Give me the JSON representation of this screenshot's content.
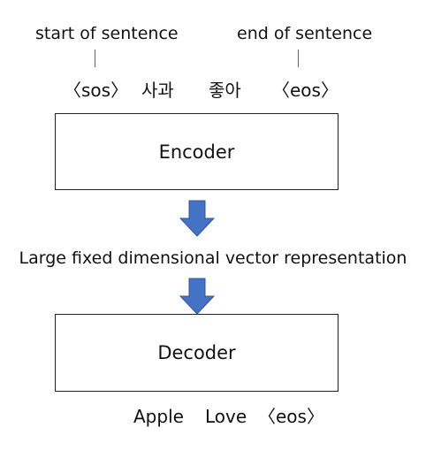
{
  "annotations": {
    "start": "start of sentence",
    "end": "end of sentence"
  },
  "input_tokens": [
    "〈sos〉",
    "사과",
    "좋아",
    "〈eos〉"
  ],
  "encoder": {
    "label": "Encoder"
  },
  "vector": {
    "label": "Large fixed dimensional vector representation"
  },
  "decoder": {
    "label": "Decoder"
  },
  "output_tokens": [
    "Apple",
    "Love",
    "〈eos〉"
  ],
  "colors": {
    "arrow": "#4472c4",
    "connector": "#2f74b5",
    "box_border": "#222222"
  }
}
